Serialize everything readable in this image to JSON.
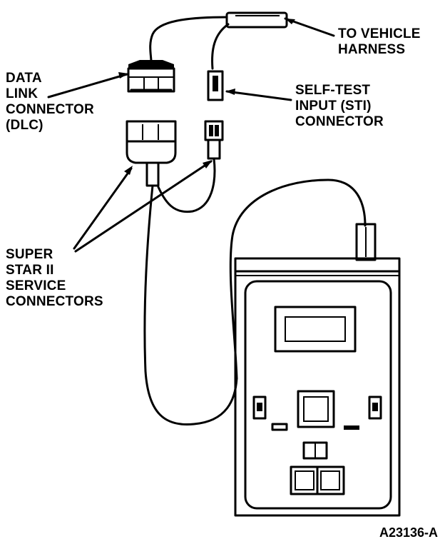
{
  "labels": {
    "to_vehicle_harness": [
      "TO VEHICLE",
      "HARNESS"
    ],
    "data_link_connector": [
      "DATA",
      "LINK",
      "CONNECTOR",
      "(DLC)"
    ],
    "self_test_input": [
      "SELF-TEST",
      "INPUT (STI)",
      "CONNECTOR"
    ],
    "super_star_ii": [
      "SUPER",
      "STAR II",
      "SERVICE",
      "CONNECTORS"
    ]
  },
  "figure_id": "A23136-A"
}
